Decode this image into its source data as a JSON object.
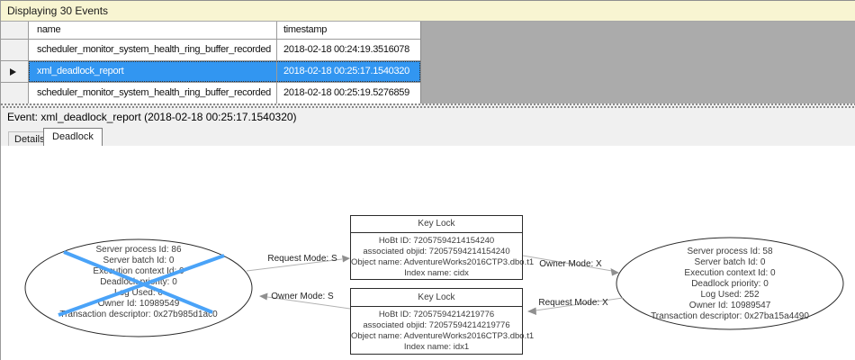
{
  "colors": {
    "header_yellow": "#f8f5d2",
    "selection_blue": "#3296f1",
    "victim_cross_blue": "#4aa3f8",
    "grid_empty_gray": "#ababab",
    "panel_gray": "#f0f0f0"
  },
  "events_header": {
    "title": "Displaying 30 Events"
  },
  "grid": {
    "columns": [
      {
        "label": "name"
      },
      {
        "label": "timestamp"
      }
    ],
    "rows": [
      {
        "name": "scheduler_monitor_system_health_ring_buffer_recorded",
        "timestamp": "2018-02-18 00:24:19.3516078",
        "selected": false
      },
      {
        "name": "xml_deadlock_report",
        "timestamp": "2018-02-18 00:25:17.1540320",
        "selected": true
      },
      {
        "name": "scheduler_monitor_system_health_ring_buffer_recorded",
        "timestamp": "2018-02-18 00:25:19.5276859",
        "selected": false
      }
    ]
  },
  "event_line": {
    "text": "Event: xml_deadlock_report (2018-02-18 00:25:17.1540320)"
  },
  "tabs": {
    "details": "Details",
    "deadlock": "Deadlock"
  },
  "deadlock_graph": {
    "victim_process": {
      "lines": [
        "Server process Id: 86",
        "Server batch Id: 0",
        "Execution context Id: 0",
        "Deadlock priority: 0",
        "Log Used: 0",
        "Owner Id: 10989549",
        "Transaction descriptor: 0x27b985d1ac0"
      ]
    },
    "other_process": {
      "lines": [
        "Server process Id: 58",
        "Server batch Id: 0",
        "Execution context Id: 0",
        "Deadlock priority: 0",
        "Log Used: 252",
        "Owner Id: 10989547",
        "Transaction descriptor: 0x27ba15a4490"
      ]
    },
    "lock_top": {
      "title": "Key Lock",
      "lines": [
        "HoBt ID: 72057594214154240",
        "associated objid: 72057594214154240",
        "Object name: AdventureWorks2016CTP3.dbo.t1",
        "Index name: cidx"
      ]
    },
    "lock_bottom": {
      "title": "Key Lock",
      "lines": [
        "HoBt ID: 72057594214219776",
        "associated objid: 72057594214219776",
        "Object name: AdventureWorks2016CTP3.dbo.t1",
        "Index name: idx1"
      ]
    },
    "edge_labels": {
      "request_s": "Request Mode: S",
      "owner_s": "Owner Mode: S",
      "owner_x": "Owner Mode: X",
      "request_x": "Request Mode: X"
    }
  }
}
